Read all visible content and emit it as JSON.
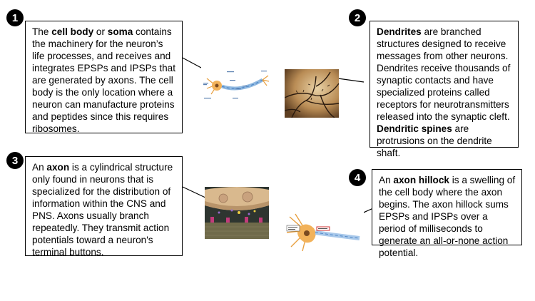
{
  "items": [
    {
      "number": "1",
      "segments": [
        {
          "t": "The ",
          "b": false
        },
        {
          "t": "cell body",
          "b": true
        },
        {
          "t": " or ",
          "b": false
        },
        {
          "t": "soma",
          "b": true
        },
        {
          "t": " contains the machinery for the neuron’s life processes, and receives and integrates EPSPs and IPSPs that are generated by axons. The cell body is the only location where a neuron can manufacture proteins and peptides since this requires ribosomes.",
          "b": false
        }
      ]
    },
    {
      "number": "2",
      "segments": [
        {
          "t": "Dendrites",
          "b": true
        },
        {
          "t": " are branched structures designed to receive messages from other neurons. Dendrites receive thousands of synaptic contacts and have specialized proteins called receptors for neurotransmitters released into the synaptic cleft. ",
          "b": false
        },
        {
          "t": "Dendritic spines",
          "b": true
        },
        {
          "t": " are protrusions on the dendrite shaft.",
          "b": false
        }
      ]
    },
    {
      "number": "3",
      "segments": [
        {
          "t": "An ",
          "b": false
        },
        {
          "t": "axon",
          "b": true
        },
        {
          "t": " is a cylindrical structure only found in neurons that is specialized for the distribution of information within the CNS and PNS. Axons usually branch repeatedly. They transmit action potentials toward a neuron's terminal buttons.",
          "b": false
        }
      ]
    },
    {
      "number": "4",
      "segments": [
        {
          "t": "An ",
          "b": false
        },
        {
          "t": "axon hillock",
          "b": true
        },
        {
          "t": " is a swelling of the cell body where the axon begins. The axon hillock sums EPSPs and IPSPs over a period of milliseconds to generate an all-or-none action potential.",
          "b": false
        }
      ]
    }
  ],
  "colors": {
    "badge": "#000000",
    "text": "#000000",
    "border": "#000000"
  }
}
